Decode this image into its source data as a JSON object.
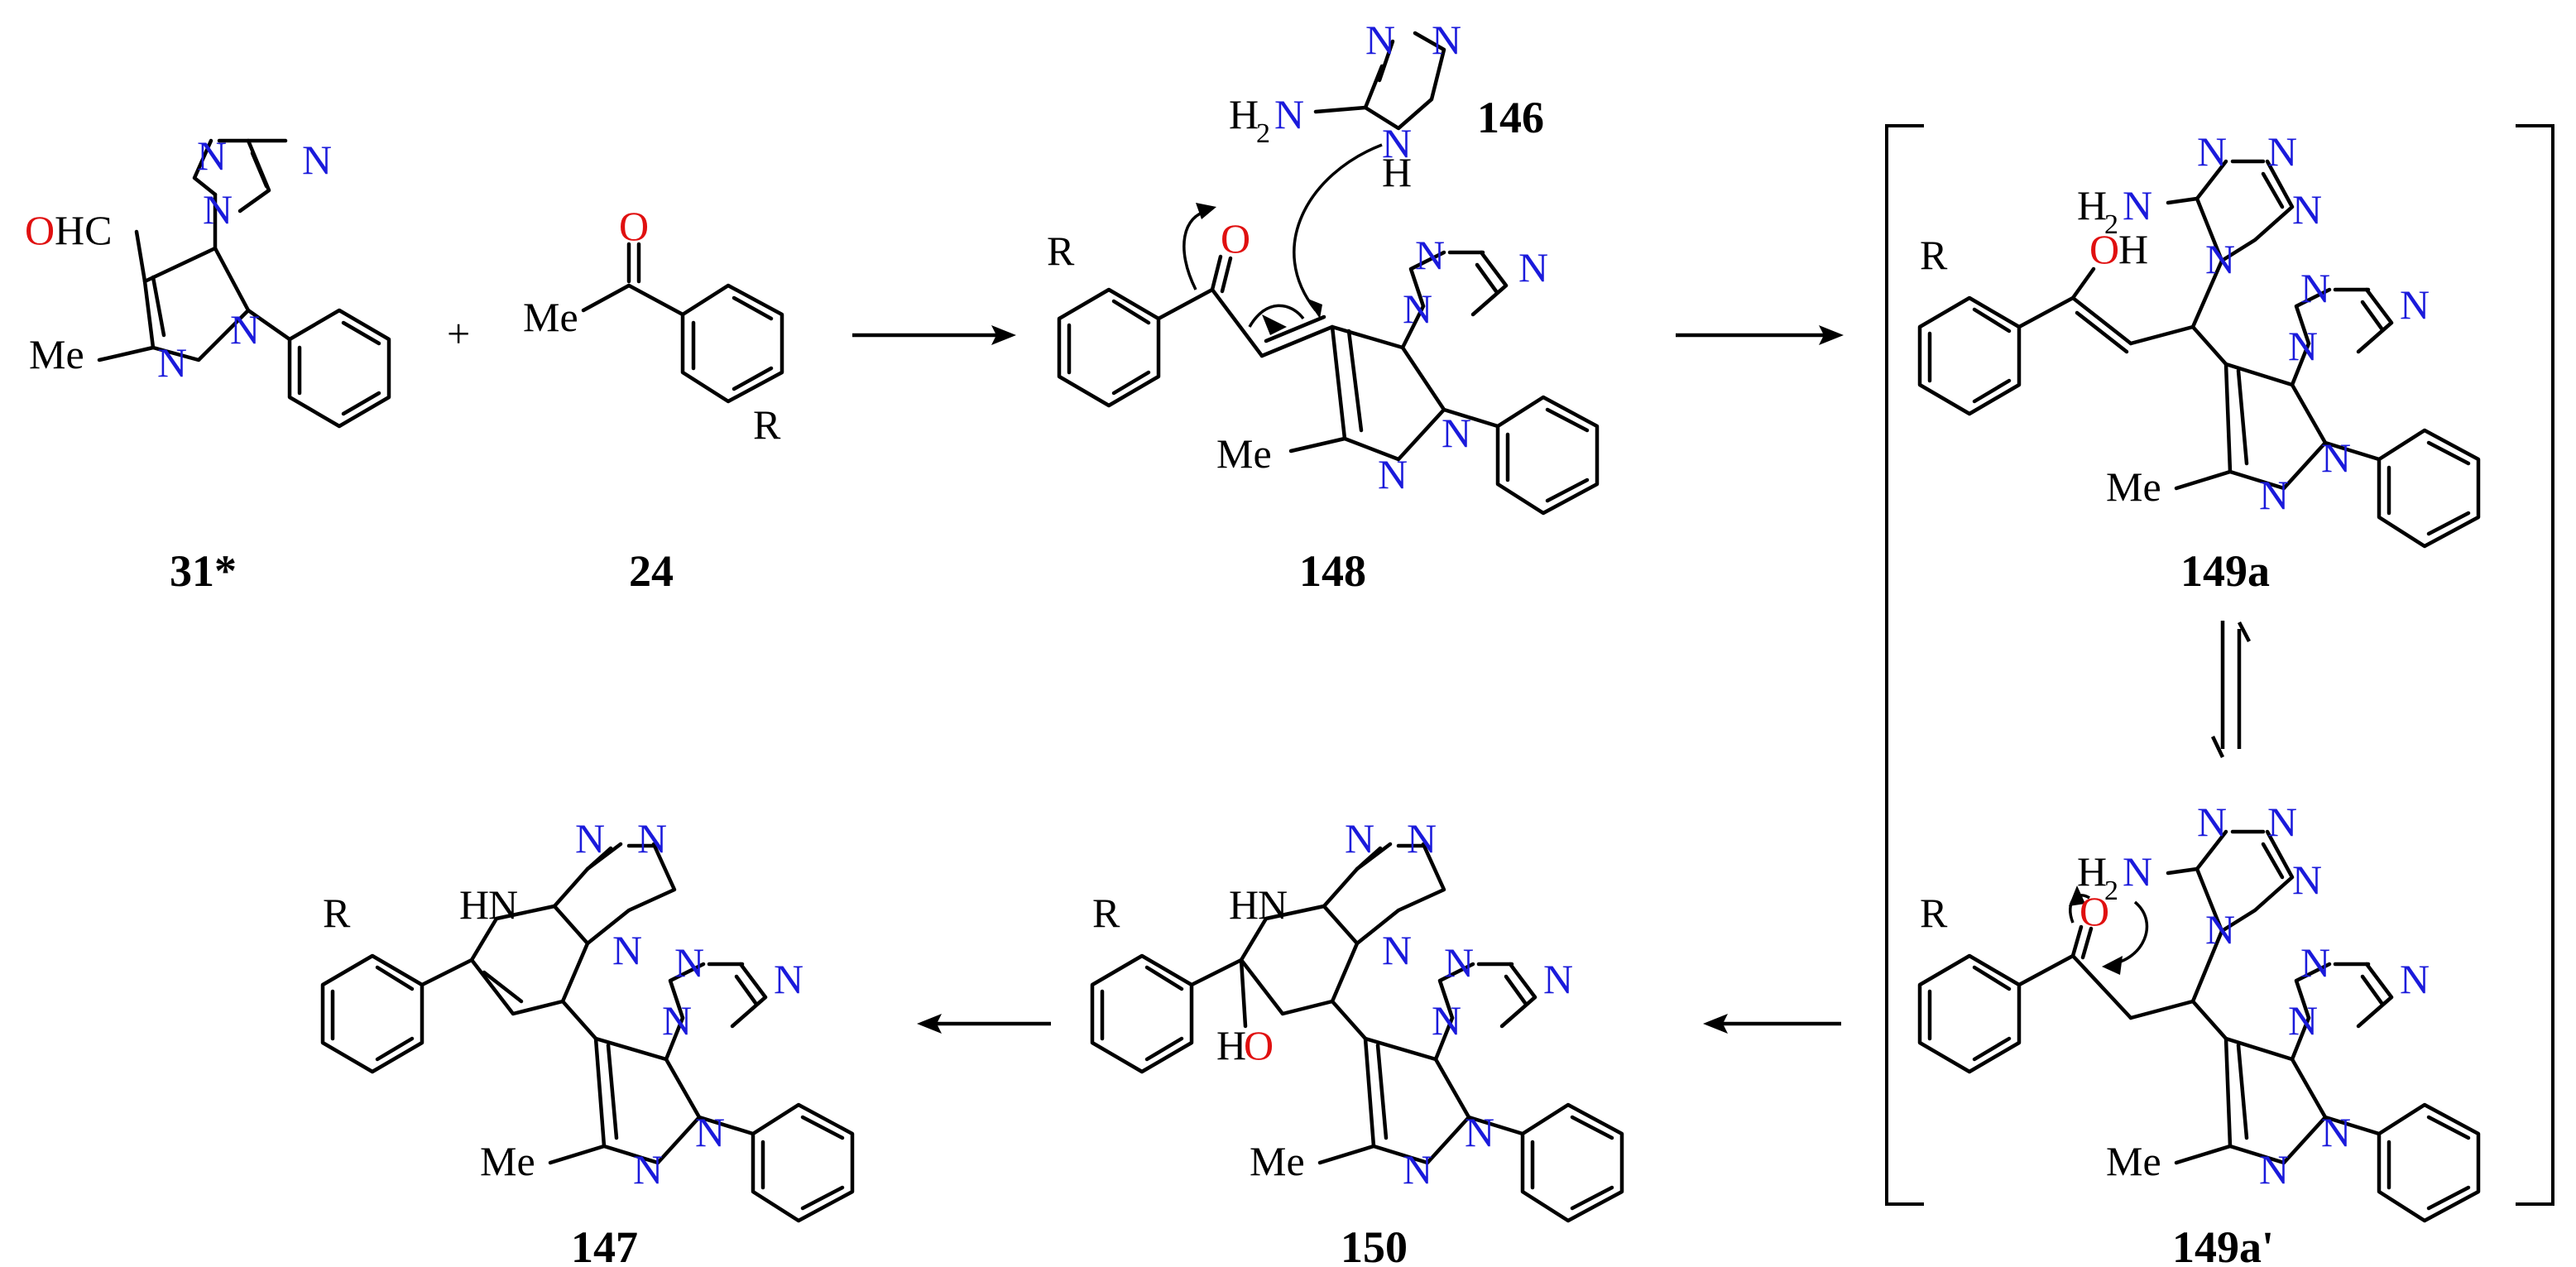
{
  "compounds": {
    "c31": {
      "label": "31*"
    },
    "c24": {
      "label": "24"
    },
    "c148": {
      "label": "148"
    },
    "c146": {
      "label": "146"
    },
    "c149a": {
      "label": "149a"
    },
    "c149a_prime": {
      "label": "149a'"
    },
    "c150": {
      "label": "150"
    },
    "c147": {
      "label": "147"
    }
  },
  "atoms": {
    "O": "O",
    "HC": "HC",
    "N": "N",
    "Me": "Me",
    "R": "R",
    "H": "H",
    "H2": "H",
    "sub2": "2",
    "OH_O": "O",
    "OH_H": "H",
    "HN_H": "H",
    "plus": "+"
  },
  "colors": {
    "nitrogen": "#1a1adb",
    "oxygen": "#e01010",
    "carbon": "#000000"
  }
}
